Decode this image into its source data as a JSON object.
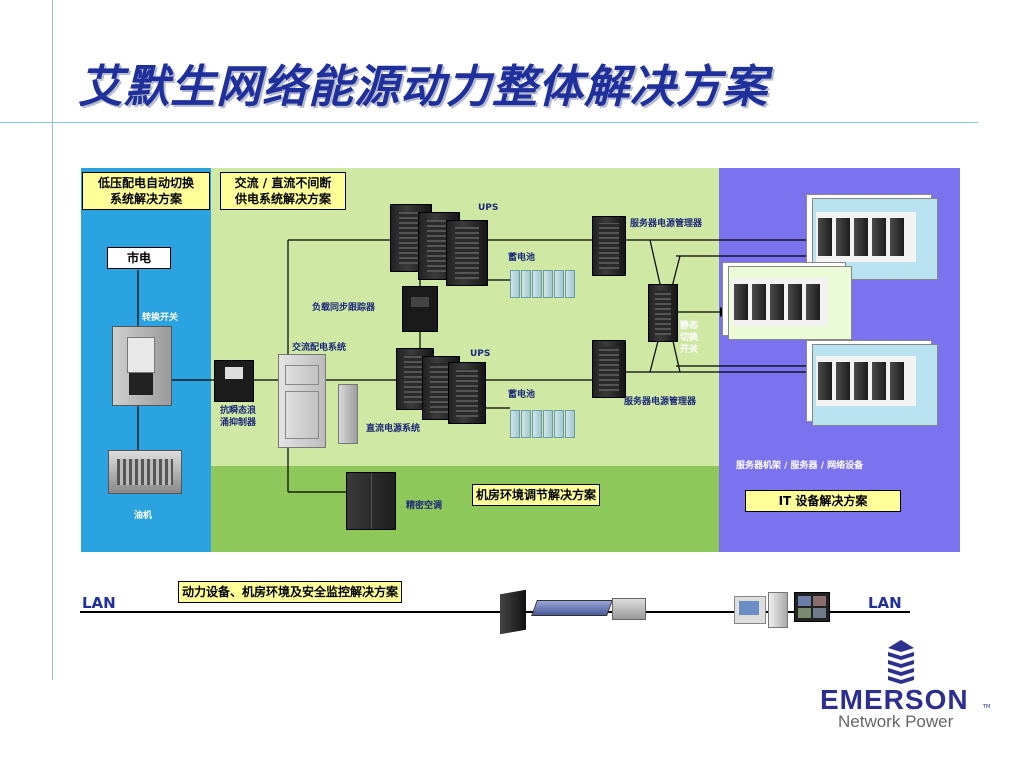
{
  "title": "艾默生网络能源动力整体解决方案",
  "solutions": {
    "lv": "低压配电自动切换\n系统解决方案",
    "acdc": "交流 / 直流不间断\n供电系统解决方案",
    "room": "机房环境调节解决方案",
    "it": "IT 设备解决方案",
    "monitor": "动力设备、机房环境及安全监控解决方案"
  },
  "labels": {
    "mains": "市电",
    "transfer_switch": "转换开关",
    "generator": "油机",
    "surge": "抗瞬态浪\n涌抑制器",
    "ac_dist": "交流配电系统",
    "dc_power": "直流电源系统",
    "load_sync": "负载同步跟踪器",
    "ups1": "UPS",
    "ups2": "UPS",
    "battery1": "蓄电池",
    "battery2": "蓄电池",
    "pdm1": "服务器电源管理器",
    "pdm2": "服务器电源管理器",
    "sts": "静态\n切换\n开关",
    "precision_ac": "精密空调",
    "servers": "服务器机架 / 服务器 / 网络设备"
  },
  "lan_left": "LAN",
  "lan_right": "LAN",
  "brand": {
    "name": "EMERSON",
    "tm": "TM",
    "sub": "Network Power"
  },
  "colors": {
    "title": "#1f2f9c",
    "blue_zone": "#2aa3e0",
    "green_zone": "#cfe8a4",
    "green_bottom": "#8ec75a",
    "purple_zone": "#7b72f0",
    "label_bg": "#ffff99"
  },
  "icons": [
    "emerson-logo-icon",
    "ups-cabinet-icon",
    "battery-icon",
    "server-rack-icon",
    "generator-icon",
    "network-device-icon",
    "workstation-icon"
  ]
}
